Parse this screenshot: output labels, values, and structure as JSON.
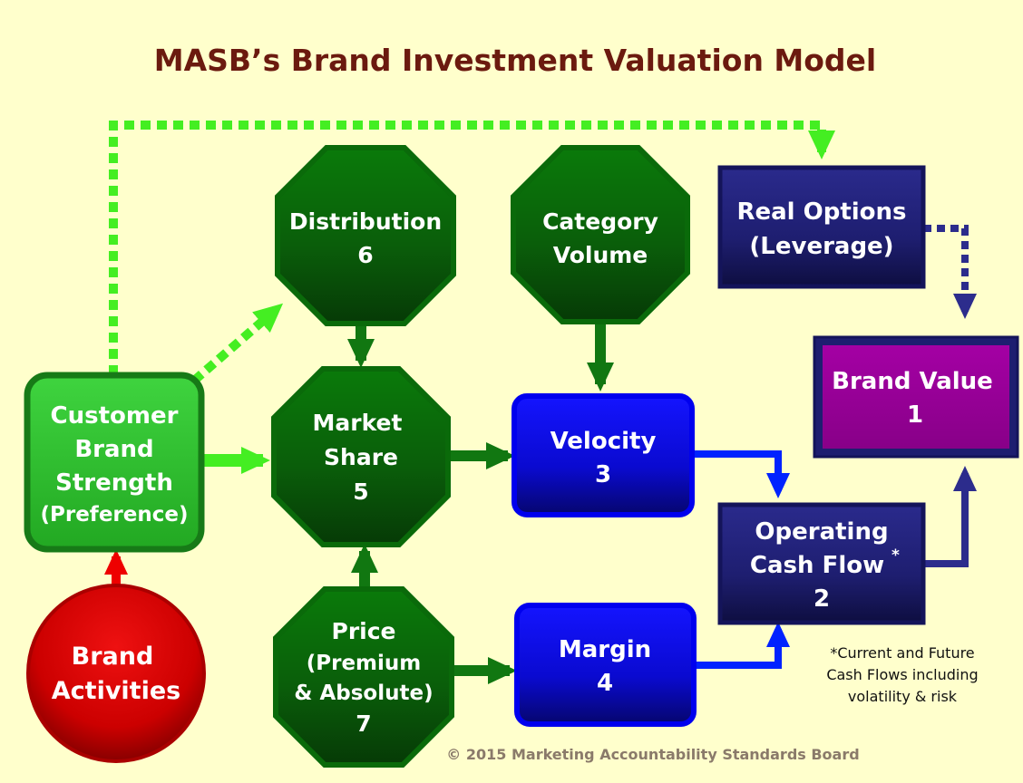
{
  "title": "MASB’s Brand Investment Valuation Model",
  "copyright": "© 2015 Marketing Accountability Standards Board",
  "footnote": {
    "lines": [
      "*Current and Future",
      "Cash Flows including",
      "volatility & risk"
    ]
  },
  "nodes": {
    "customer_brand_strength": {
      "lines": [
        "Customer",
        "Brand",
        "Strength",
        "(Preference)"
      ]
    },
    "brand_activities": {
      "lines": [
        "Brand",
        "Activities"
      ]
    },
    "distribution": {
      "lines": [
        "Distribution",
        "6"
      ]
    },
    "category_volume": {
      "lines": [
        "Category",
        "Volume"
      ]
    },
    "market_share": {
      "lines": [
        "Market",
        "Share",
        "5"
      ]
    },
    "price": {
      "lines": [
        "Price",
        "(Premium",
        "& Absolute)",
        "7"
      ]
    },
    "velocity": {
      "lines": [
        "Velocity",
        "3"
      ]
    },
    "margin": {
      "lines": [
        "Margin",
        "4"
      ]
    },
    "real_options": {
      "lines": [
        "Real Options",
        "(Leverage)"
      ]
    },
    "brand_value": {
      "lines": [
        "Brand Value",
        "1"
      ]
    },
    "operating_cash_flow": {
      "lines": [
        "Operating",
        "Cash Flow",
        "2"
      ],
      "superscript": "*"
    }
  },
  "colors": {
    "background": "#ffffcc",
    "title": "#6b1a0f",
    "green_light": "#33cc33",
    "green_dark": "#006600",
    "blue_bright": "#0000ff",
    "navy": "#1c1c70",
    "purple": "#990099",
    "red": "#dd0000",
    "arrow_light_green": "#44ee22",
    "arrow_dark_green": "#117711",
    "arrow_blue": "#0022ff",
    "arrow_navy": "#2c2c8c"
  }
}
